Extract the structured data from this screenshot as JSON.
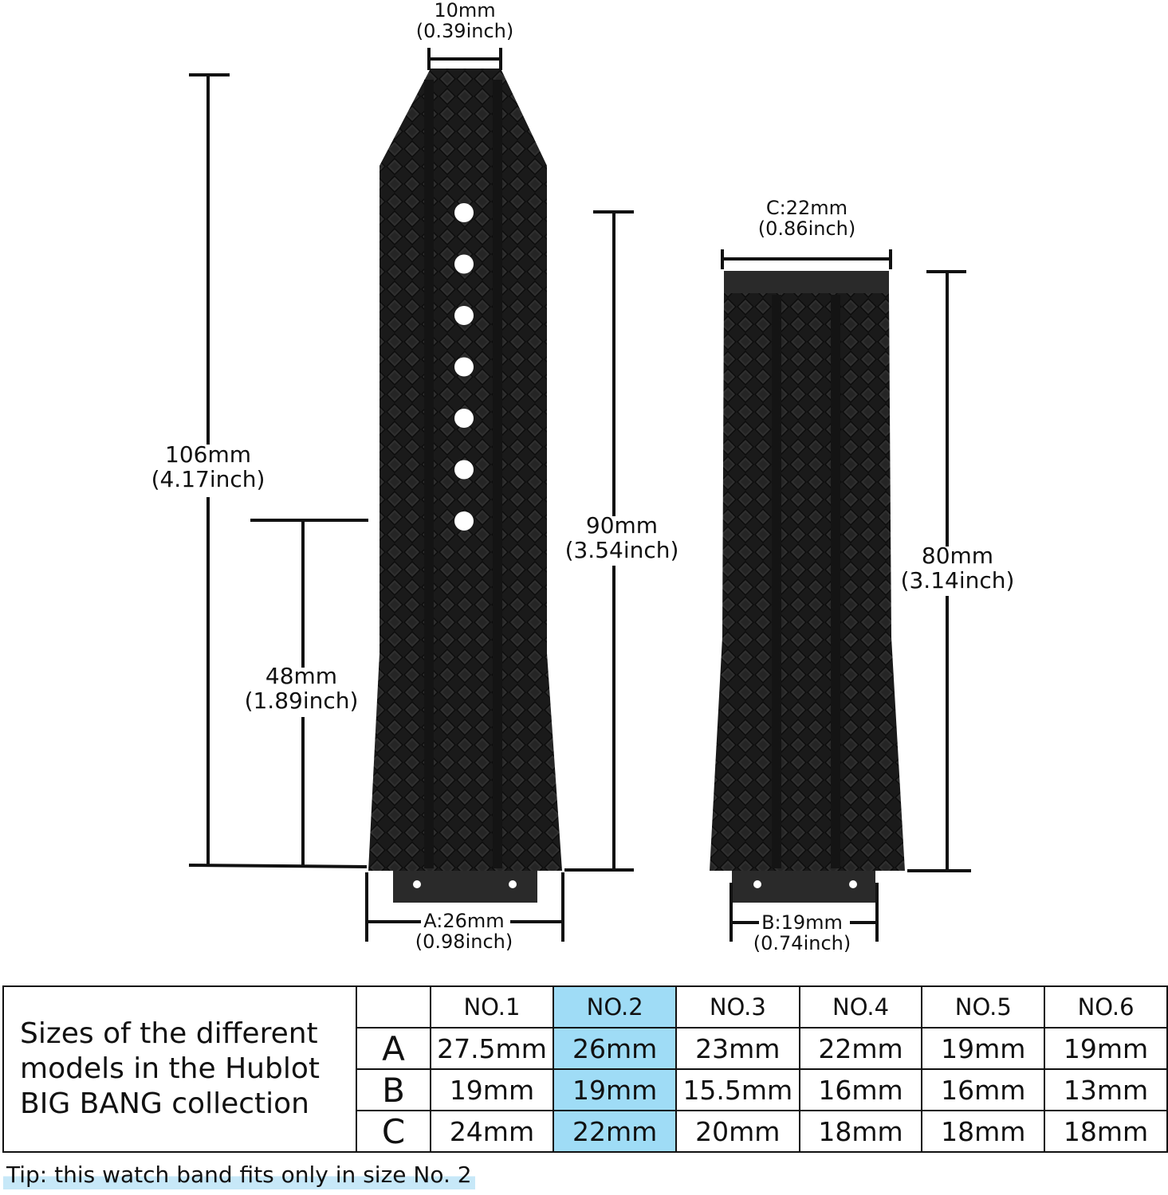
{
  "long_strap": {
    "top_width": {
      "mm": "10mm",
      "inch": "(0.39inch)"
    },
    "total_length": {
      "mm": "106mm",
      "inch": "(4.17inch)"
    },
    "hole_section": {
      "mm": "90mm",
      "inch": "(3.54inch)"
    },
    "tip_to_holes": {
      "mm": "48mm",
      "inch": "(1.89inch)"
    },
    "lug_width": {
      "mm": "A:26mm",
      "inch": "(0.98inch)"
    },
    "hole_count": 7
  },
  "short_strap": {
    "end_width": {
      "mm": "C:22mm",
      "inch": "(0.86inch)"
    },
    "length": {
      "mm": "80mm",
      "inch": "(3.14inch)"
    },
    "lug_width": {
      "mm": "B:19mm",
      "inch": "(0.74inch)"
    }
  },
  "table": {
    "caption": [
      "Sizes of the different",
      "models in the Hublot",
      "BIG BANG collection"
    ],
    "headers": [
      "NO.1",
      "NO.2",
      "NO.3",
      "NO.4",
      "NO.5",
      "NO.6"
    ],
    "highlight_column": 1,
    "highlight_color": "#9fdcf6",
    "rows": [
      {
        "key": "A",
        "values": [
          "27.5mm",
          "26mm",
          "23mm",
          "22mm",
          "19mm",
          "19mm"
        ]
      },
      {
        "key": "B",
        "values": [
          "19mm",
          "19mm",
          "15.5mm",
          "16mm",
          "16mm",
          "13mm"
        ]
      },
      {
        "key": "C",
        "values": [
          "24mm",
          "22mm",
          "20mm",
          "18mm",
          "18mm",
          "18mm"
        ]
      }
    ]
  },
  "tip": "Tip: this watch band fits only in size No. 2",
  "colors": {
    "strap": "#1c1c1c",
    "strap_texture": "#2e2e2e",
    "line": "#111111",
    "highlight": "#9fdcf6"
  }
}
